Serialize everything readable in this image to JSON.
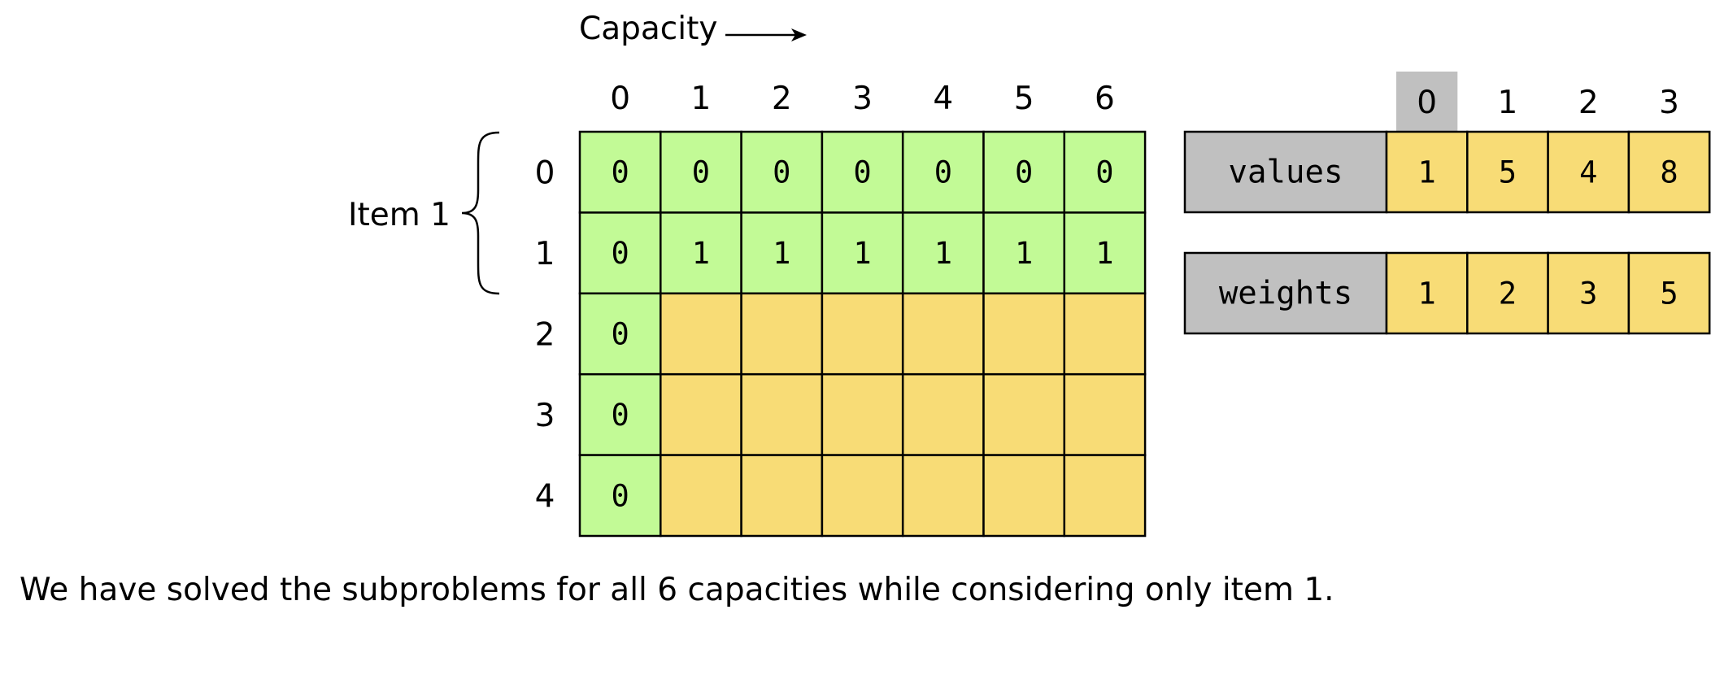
{
  "axis": {
    "capacity_label": "Capacity"
  },
  "capacity_headers": [
    "0",
    "1",
    "2",
    "3",
    "4",
    "5",
    "6"
  ],
  "row_headers": [
    "0",
    "1",
    "2",
    "3",
    "4"
  ],
  "brace_label": "Item 1",
  "table": [
    [
      "0",
      "0",
      "0",
      "0",
      "0",
      "0",
      "0"
    ],
    [
      "0",
      "1",
      "1",
      "1",
      "1",
      "1",
      "1"
    ],
    [
      "0",
      "",
      "",
      "",
      "",
      "",
      ""
    ],
    [
      "0",
      "",
      "",
      "",
      "",
      "",
      ""
    ],
    [
      "0",
      "",
      "",
      "",
      "",
      "",
      ""
    ]
  ],
  "item_index_headers": [
    "0",
    "1",
    "2",
    "3"
  ],
  "highlighted_item_index": 0,
  "values": {
    "label": "values",
    "items": [
      "1",
      "5",
      "4",
      "8"
    ]
  },
  "weights": {
    "label": "weights",
    "items": [
      "1",
      "2",
      "3",
      "5"
    ]
  },
  "caption": "We have solved the subproblems for all 6 capacities while considering only item 1.",
  "colors": {
    "solved": "#c2fa96",
    "unsolved": "#f8dc76",
    "label_bg": "#c0c0c0",
    "stroke": "#000000"
  }
}
